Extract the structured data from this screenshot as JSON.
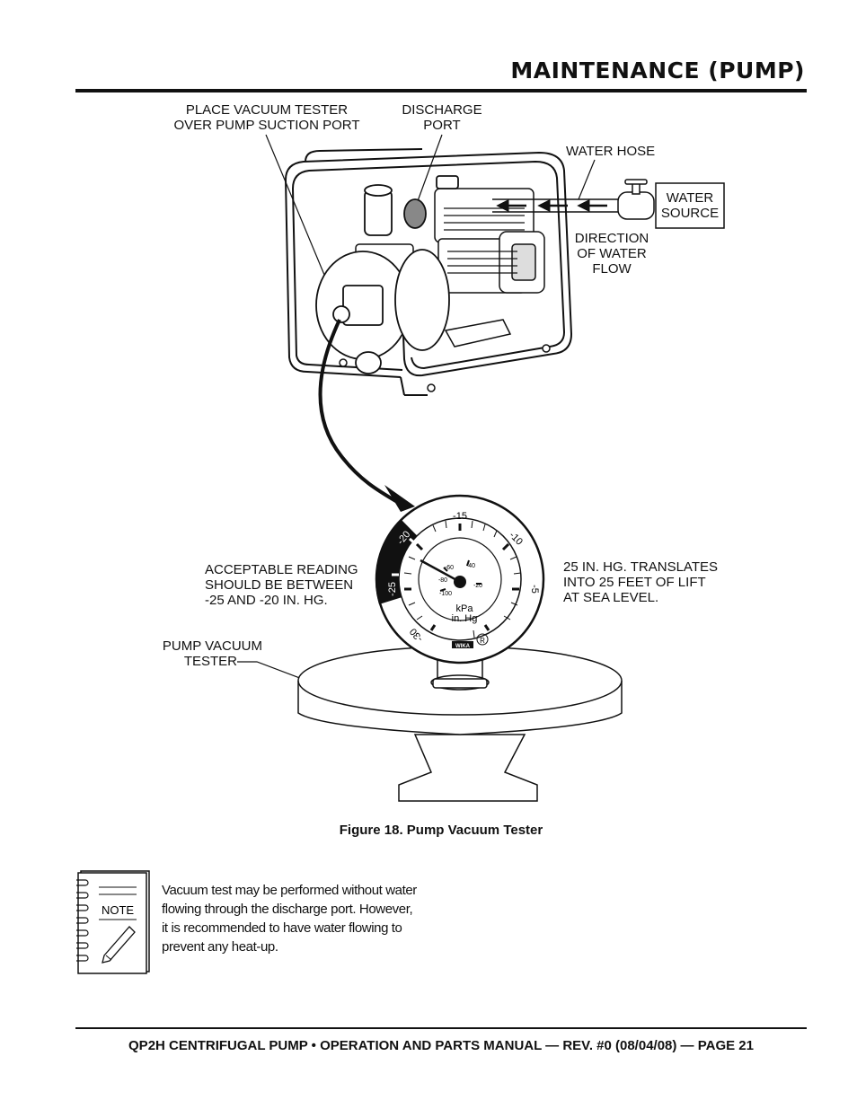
{
  "header": {
    "title": "MAINTENANCE (PUMP)"
  },
  "figure": {
    "labels": {
      "suction_line1": "PLACE VACUUM TESTER",
      "suction_line2": "OVER PUMP SUCTION PORT",
      "discharge_line1": "DISCHARGE",
      "discharge_line2": "PORT",
      "water_hose": "WATER HOSE",
      "water_source_line1": "WATER",
      "water_source_line2": "SOURCE",
      "flow_line1": "DIRECTION",
      "flow_line2": "OF WATER",
      "flow_line3": "FLOW",
      "acceptable_line1": "ACCEPTABLE READING",
      "acceptable_line2": "SHOULD BE BETWEEN",
      "acceptable_line3": "-25 AND -20 IN. HG.",
      "translates_line1": "25 IN. HG. TRANSLATES",
      "translates_line2": "INTO 25 FEET OF LIFT",
      "translates_line3": "AT SEA LEVEL.",
      "tester_line1": "PUMP VACUUM",
      "tester_line2": "TESTER"
    },
    "gauge": {
      "outer_ticks": [
        "-15",
        "-10",
        "-5",
        "-20",
        "-25",
        "-30"
      ],
      "inner_ticks": [
        "-60",
        "-40",
        "-80",
        "-20",
        "-100"
      ],
      "unit_kpa": "kPa",
      "unit_inhg": "in. Hg",
      "brand": "WIKA",
      "registered": "R"
    },
    "caption": "Figure 18. Pump Vacuum Tester"
  },
  "note": {
    "icon_label": "NOTE",
    "text_line1": "Vacuum test may be performed without water",
    "text_line2": "flowing through the discharge port. However,",
    "text_line3": "it is recommended to have water flowing to",
    "text_line4": "prevent any heat-up."
  },
  "footer": {
    "text": "QP2H CENTRIFUGAL PUMP • OPERATION AND PARTS MANUAL — REV. #0 (08/04/08) — PAGE 21"
  }
}
